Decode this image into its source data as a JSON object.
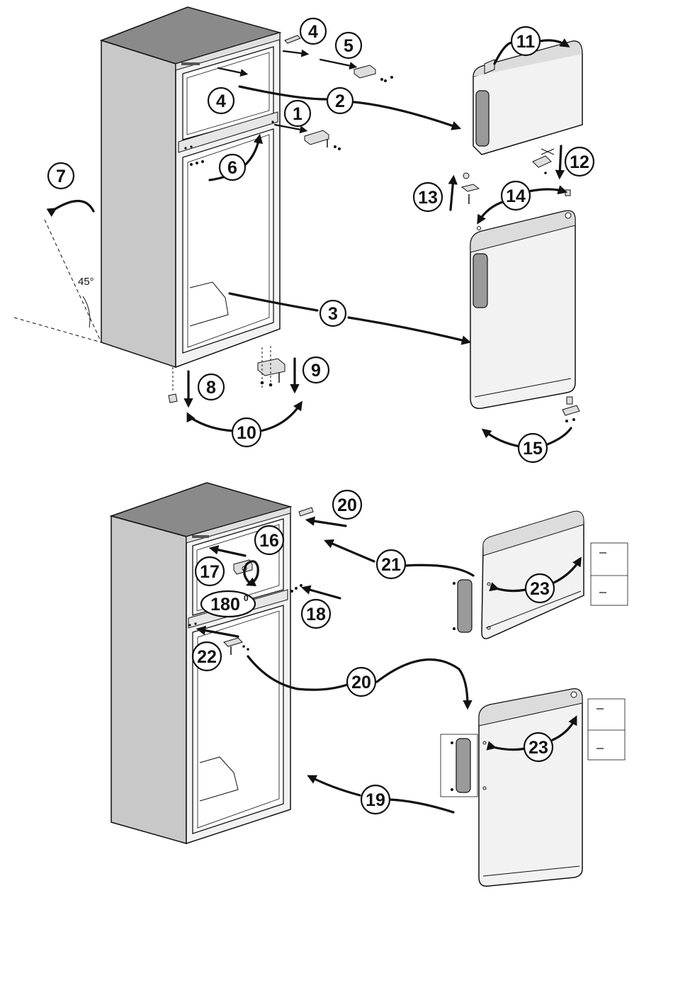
{
  "steps": {
    "s1": "1",
    "s2": "2",
    "s3": "3",
    "s4a": "4",
    "s4b": "4",
    "s5": "5",
    "s6": "6",
    "s7": "7",
    "s8": "8",
    "s9": "9",
    "s10": "10",
    "s11": "11",
    "s12": "12",
    "s13": "13",
    "s14": "14",
    "s15": "15",
    "s16": "16",
    "s17": "17",
    "s18": "18",
    "s19": "19",
    "s20a": "20",
    "s20b": "20",
    "s21": "21",
    "s22": "22",
    "s23a": "23",
    "s23b": "23"
  },
  "angle_label": "45°",
  "rotation_label": {
    "value": "180",
    "unit": "0"
  }
}
